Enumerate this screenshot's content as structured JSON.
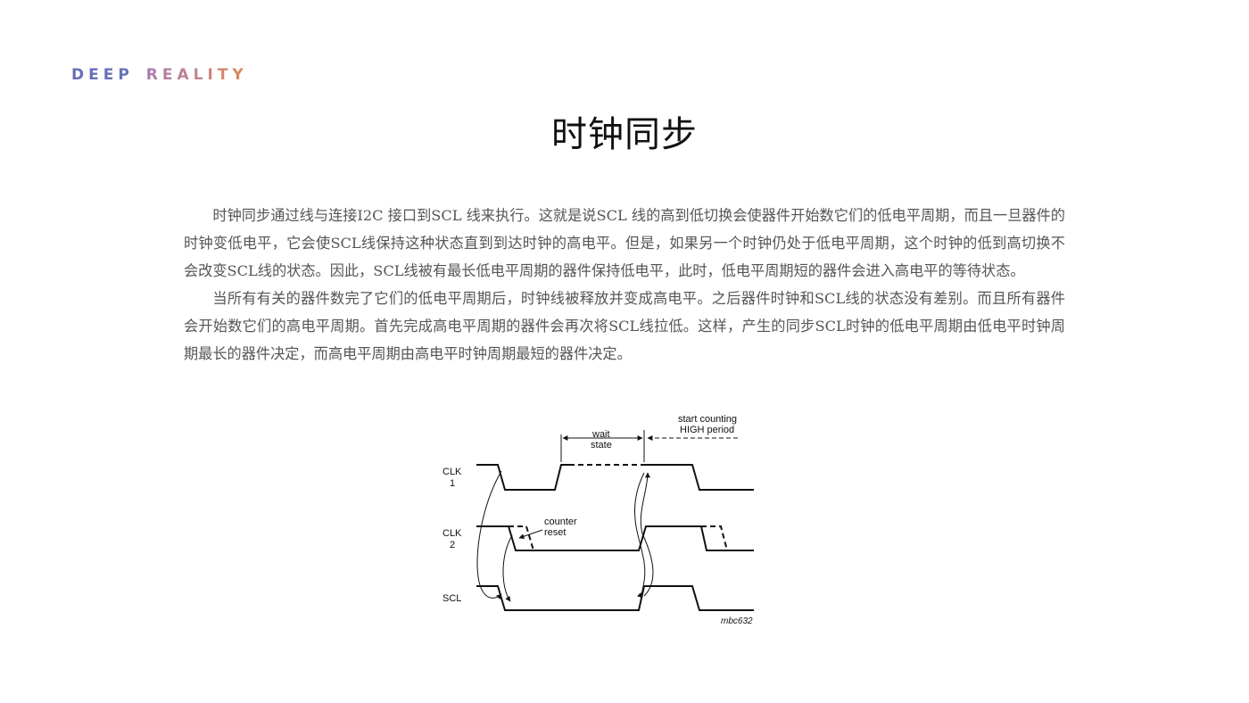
{
  "brand": {
    "word1": "DEEP",
    "word2": "REALITY"
  },
  "title": "时钟同步",
  "paragraphs": [
    "时钟同步通过线与连接I2C 接口到SCL 线来执行。这就是说SCL 线的高到低切换会使器件开始数它们的低电平周期，而且一旦器件的时钟变低电平，它会使SCL线保持这种状态直到到达时钟的高电平。但是，如果另一个时钟仍处于低电平周期，这个时钟的低到高切换不会改变SCL线的状态。因此，SCL线被有最长低电平周期的器件保持低电平，此时，低电平周期短的器件会进入高电平的等待状态。",
    "当所有有关的器件数完了它们的低电平周期后，时钟线被释放并变成高电平。之后器件时钟和SCL线的状态没有差别。而且所有器件会开始数它们的高电平周期。首先完成高电平周期的器件会再次将SCL线拉低。这样，产生的同步SCL时钟的低电平周期由低电平时钟周期最长的器件决定，而高电平周期由高电平时钟周期最短的器件决定。"
  ],
  "diagram": {
    "labels": {
      "clk1_a": "CLK",
      "clk1_b": "1",
      "clk2_a": "CLK",
      "clk2_b": "2",
      "scl": "SCL",
      "wait_a": "wait",
      "wait_b": "state",
      "start_a": "start counting",
      "start_b": "HIGH period",
      "counter_a": "counter",
      "counter_b": "reset",
      "code": "mbc632"
    }
  }
}
